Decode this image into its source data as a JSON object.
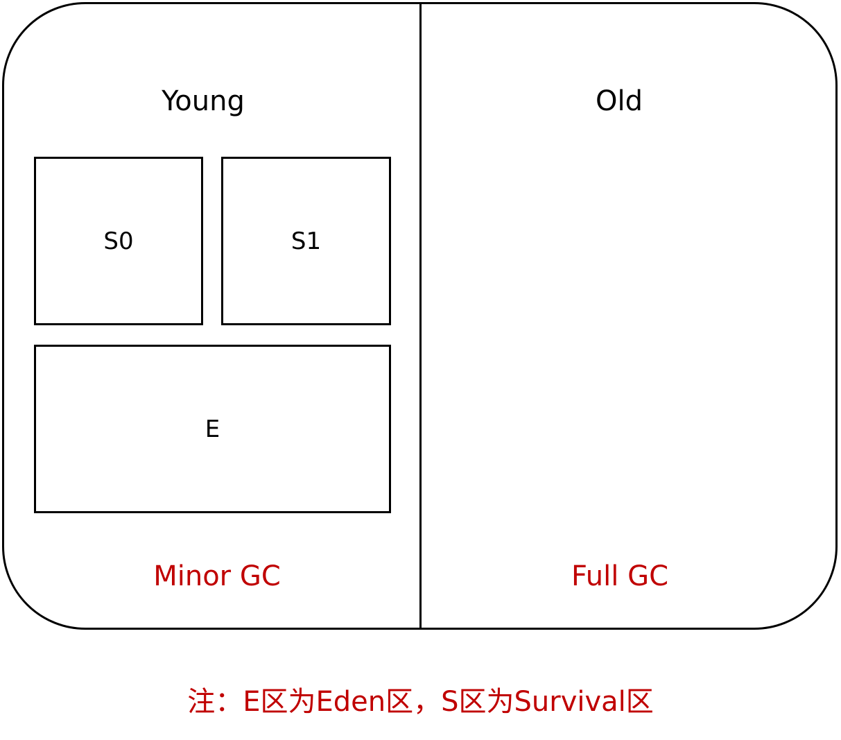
{
  "heap": {
    "young": {
      "title": "Young",
      "gc_label": "Minor GC",
      "regions": {
        "s0": "S0",
        "s1": "S1",
        "e": "E"
      }
    },
    "old": {
      "title": "Old",
      "gc_label": "Full GC"
    }
  },
  "note": "注：E区为Eden区，S区为Survival区",
  "colors": {
    "outline": "#000000",
    "gc_text": "#c00000"
  }
}
